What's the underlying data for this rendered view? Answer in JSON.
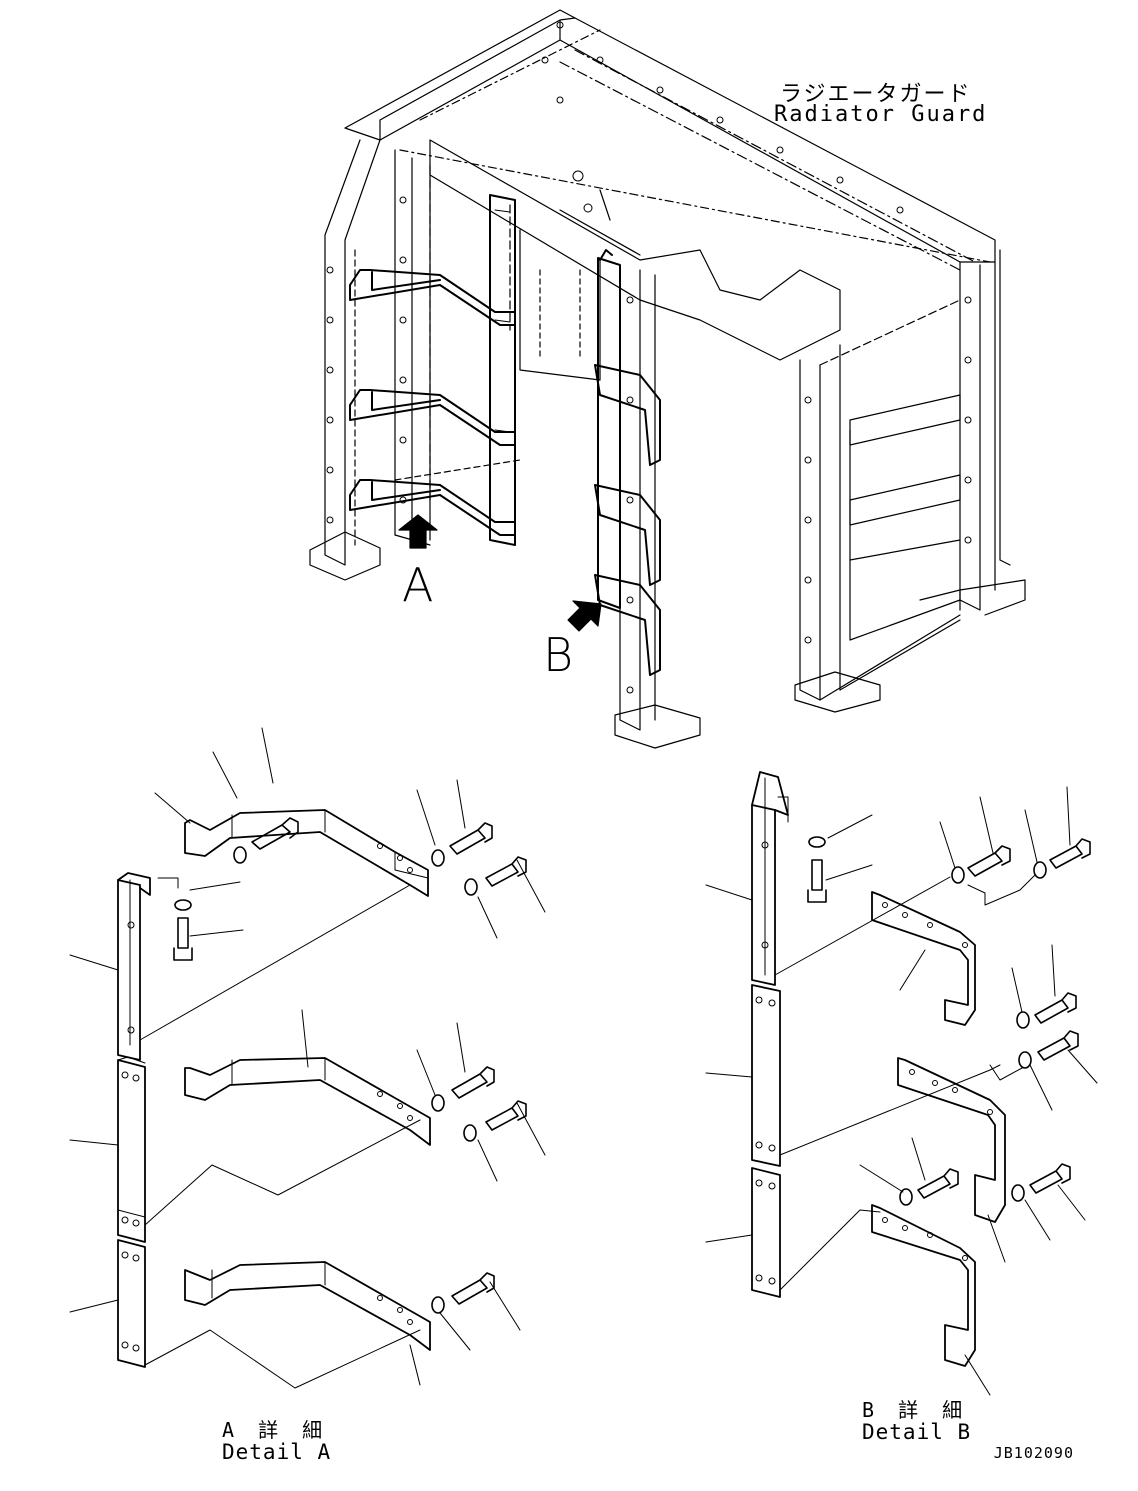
{
  "labels": {
    "title_jp": "ラジエータガード",
    "title_en": "Radiator Guard",
    "callout_a": "A",
    "callout_b": "B",
    "detail_a_jp": "A 詳 細",
    "detail_a_en": "Detail A",
    "detail_b_jp": "B 詳 細",
    "detail_b_en": "Detail B",
    "drawing_number": "JB102090"
  },
  "colors": {
    "line": "#000000",
    "background": "#ffffff"
  }
}
